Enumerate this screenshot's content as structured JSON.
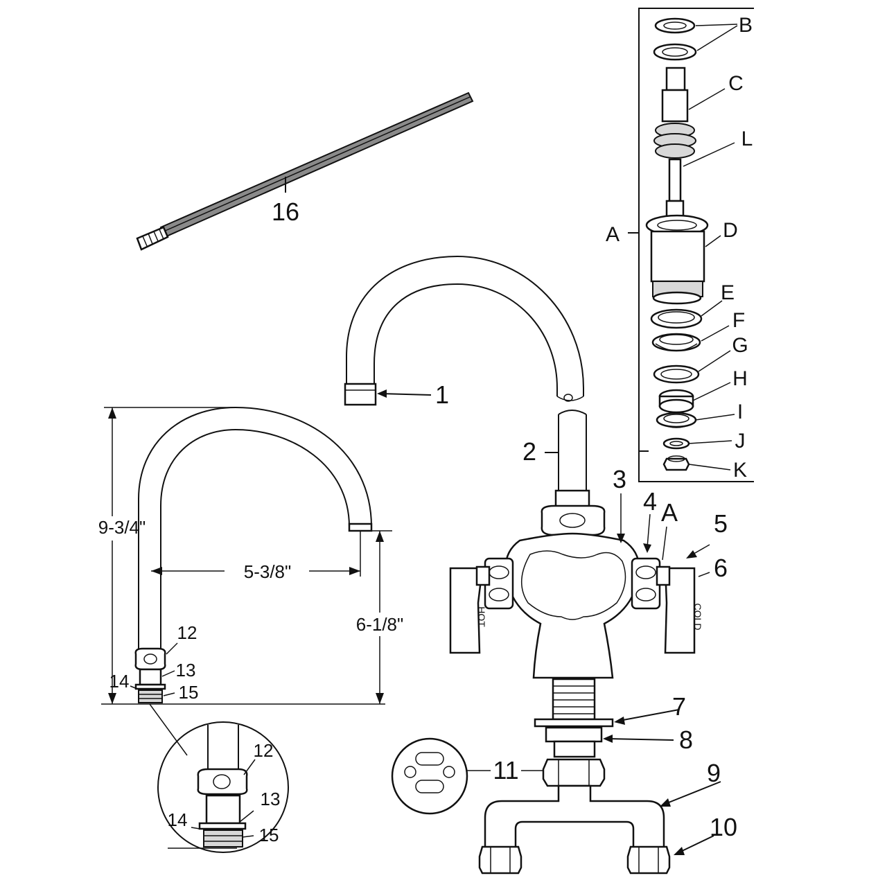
{
  "labels": {
    "l1": "1",
    "l2": "2",
    "l3": "3",
    "l4": "4",
    "l5": "5",
    "l6": "6",
    "l7": "7",
    "l8": "8",
    "l9": "9",
    "l10": "10",
    "l11": "11",
    "l12": "12",
    "l13": "13",
    "l14": "14",
    "l15": "15",
    "l16": "16",
    "lA": "A",
    "lB": "B",
    "lC": "C",
    "lD": "D",
    "lE": "E",
    "lF": "F",
    "lG": "G",
    "lH": "H",
    "lI": "I",
    "lJ": "J",
    "lK": "K",
    "lL": "L"
  },
  "handles": {
    "hot": "HOT",
    "cold": "COLD"
  },
  "dimensions": {
    "height": "9-3/4\"",
    "reach": "5-3/8\"",
    "spout_height": "6-1/8\""
  },
  "detail_labels": {
    "d12": "12",
    "d13": "13",
    "d14": "14",
    "d15": "15"
  },
  "colors": {
    "line": "#111111",
    "shade": "#d8d8d8",
    "rod": "#8a8a8a"
  }
}
